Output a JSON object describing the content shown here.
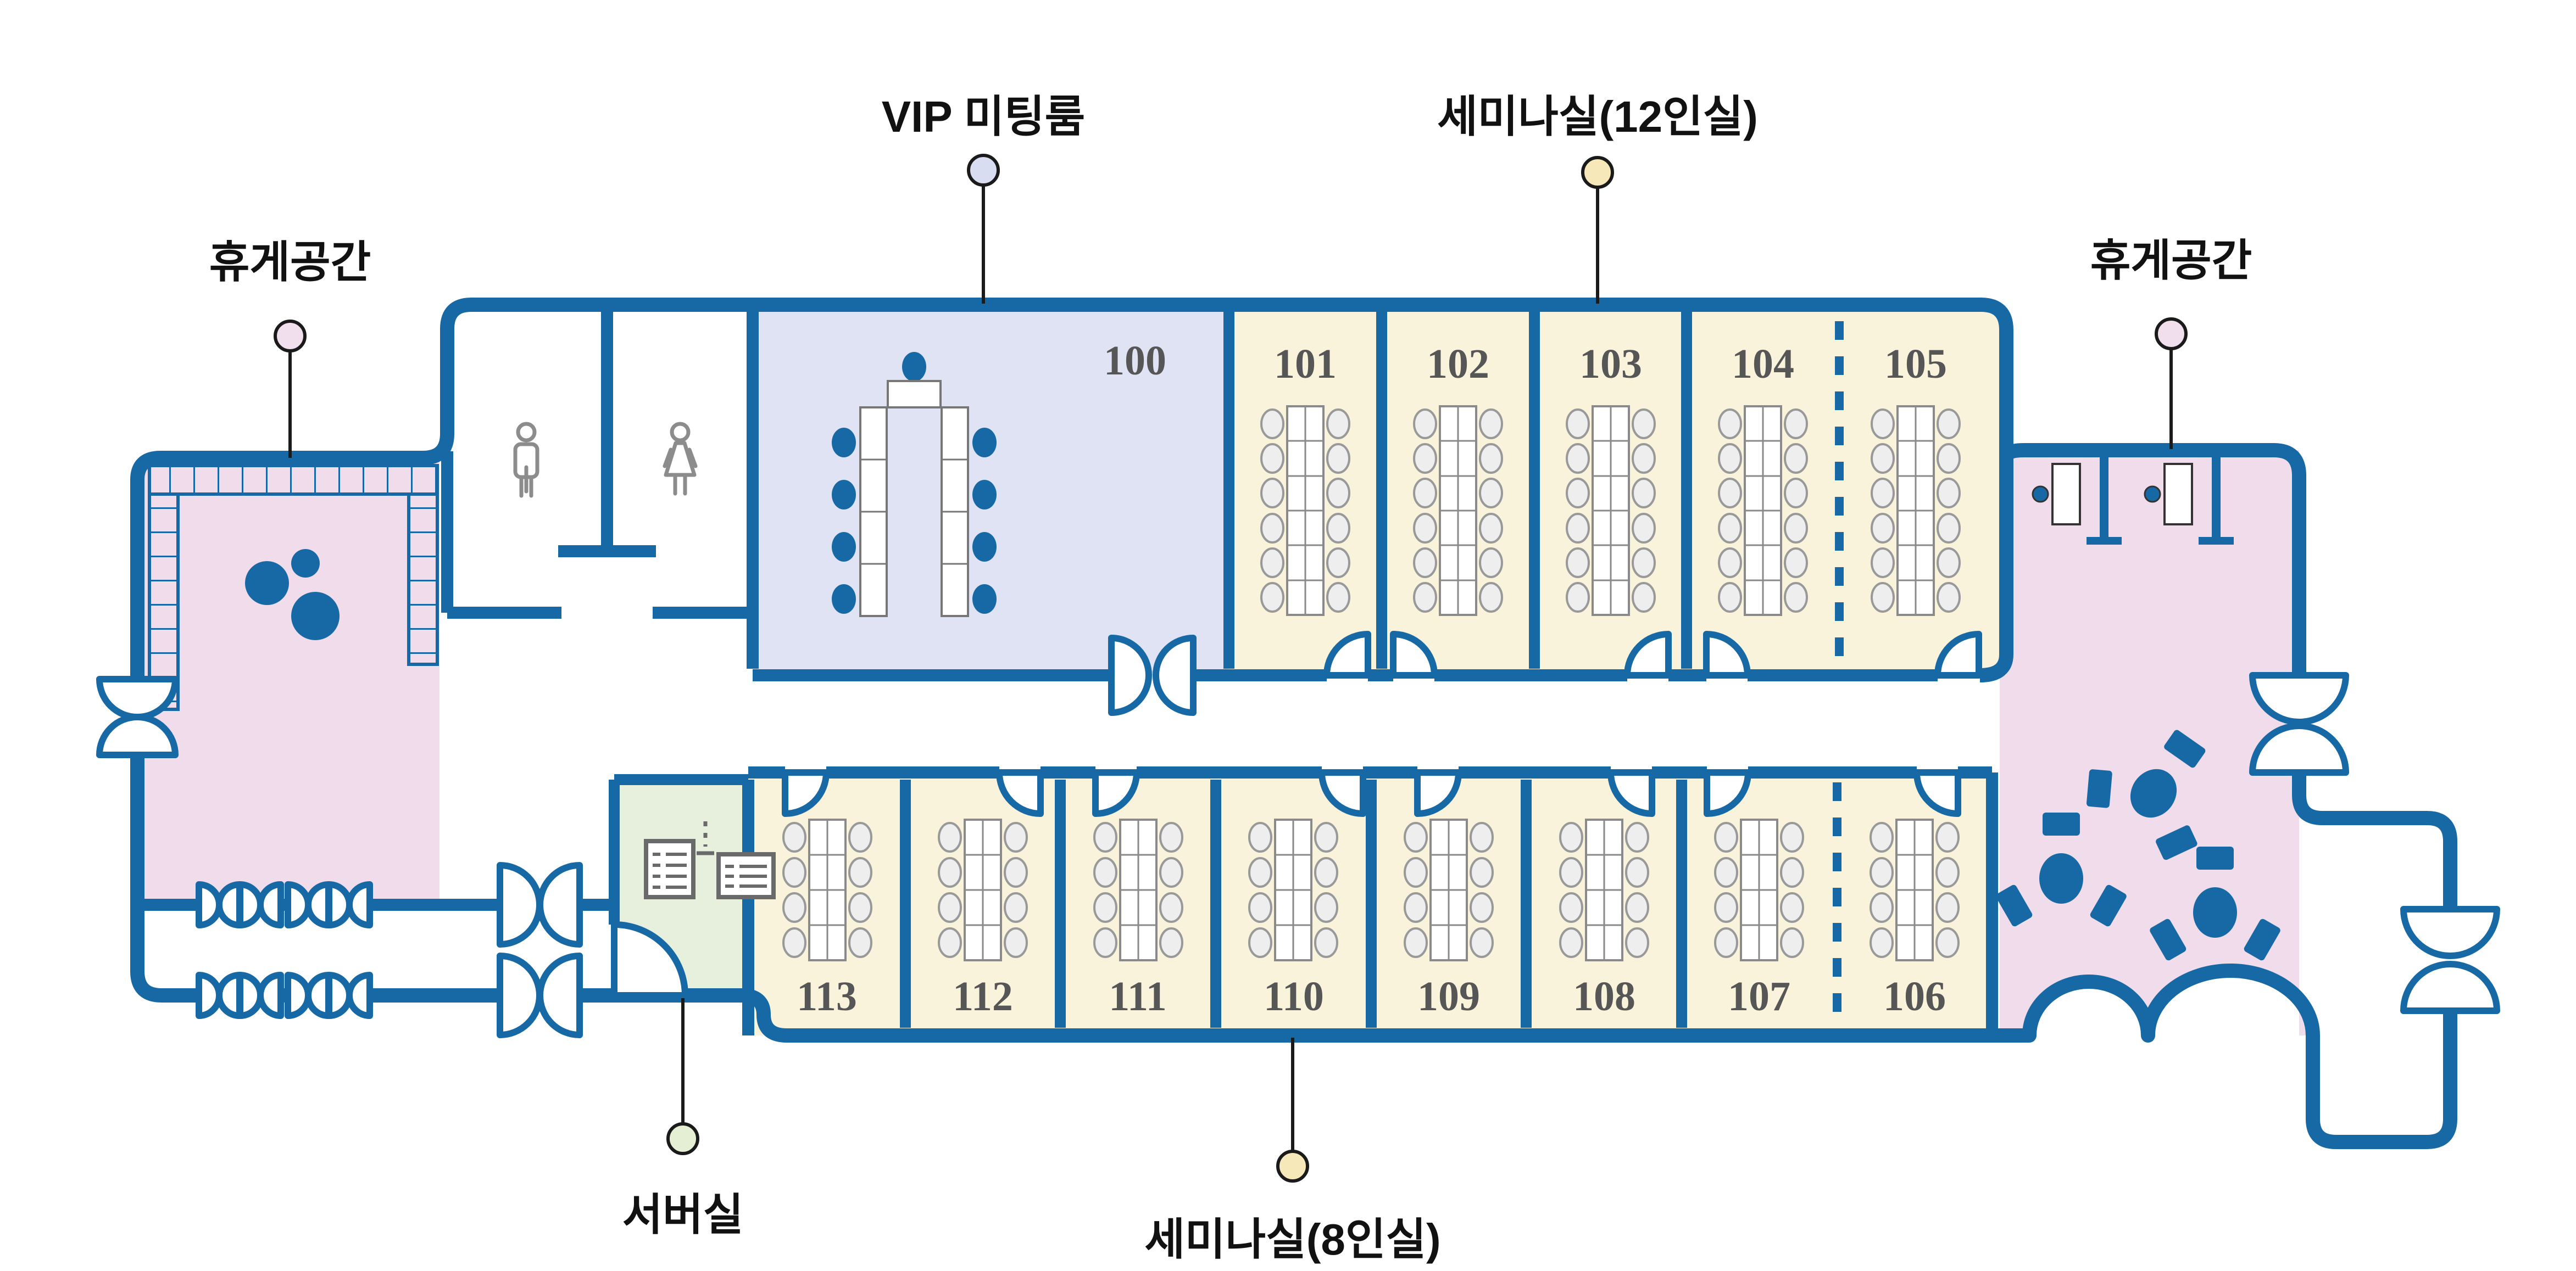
{
  "labels": {
    "rest_area_left": "휴게공간",
    "vip_meeting_room": "VIP 미팅룸",
    "seminar_12": "세미나실(12인실)",
    "rest_area_right": "휴게공간",
    "server_room": "서버실",
    "seminar_8": "세미나실(8인실)"
  },
  "rooms": {
    "vip": "100",
    "top_row": [
      "101",
      "102",
      "103",
      "104",
      "105"
    ],
    "bottom_row": [
      "113",
      "112",
      "111",
      "110",
      "109",
      "108",
      "107",
      "106"
    ]
  },
  "markers": {
    "rest_left_color": "#f2dfee",
    "vip_color": "#d9ddf2",
    "seminar12_color": "#f7e8b9",
    "rest_right_color": "#f2dfee",
    "server_color": "#e5efd3",
    "seminar8_color": "#f7e8b9"
  },
  "colors": {
    "wall": "#1769a5",
    "seminar_room": "#faf3dc",
    "vip_room": "#dfe3f3",
    "rest_area": "#f0dcea",
    "server_room": "#e7efdd",
    "room_number": "#565656"
  },
  "icons": {
    "male_restroom": "male-restroom-icon",
    "female_restroom": "female-restroom-icon",
    "server_racks": "server-rack-icon",
    "round_table": "round-table-with-chairs-icon",
    "booth_seat": "booth-seat-icon",
    "swing_door": "swing-door-icon",
    "double_door": "double-swing-door-icon",
    "movable_partition": "dashed-movable-partition"
  }
}
